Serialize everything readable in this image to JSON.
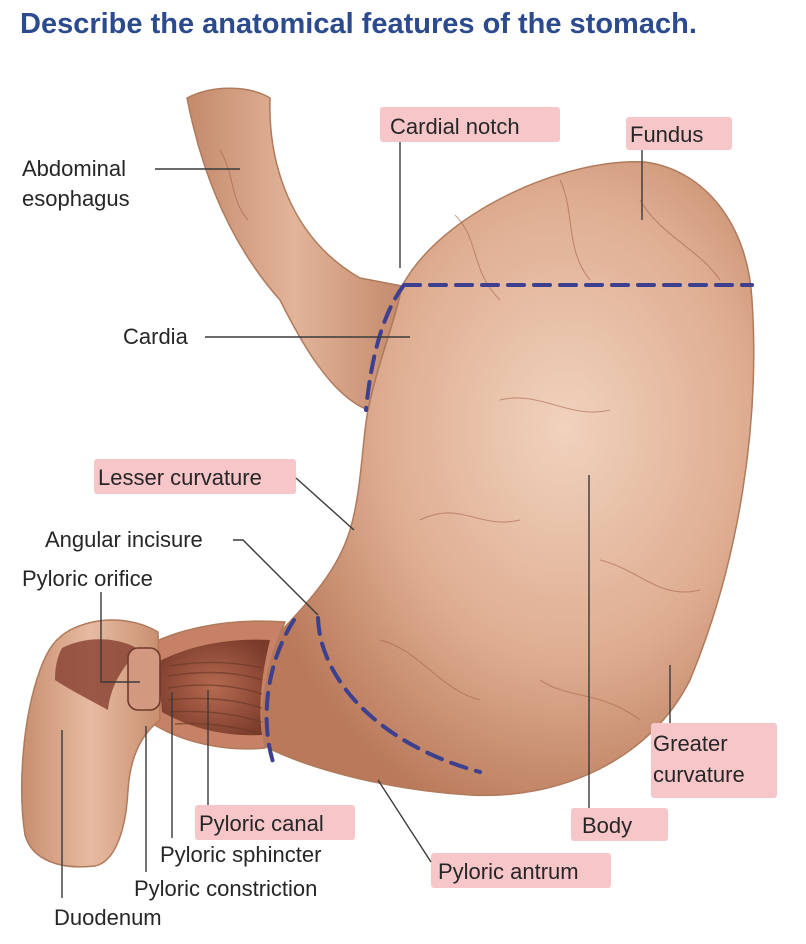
{
  "title": "Describe the anatomical features of the stomach.",
  "labels": {
    "abdominal_esophagus_line1": "Abdominal",
    "abdominal_esophagus_line2": "esophagus",
    "cardial_notch": "Cardial notch",
    "fundus": "Fundus",
    "cardia": "Cardia",
    "lesser_curvature": "Lesser curvature",
    "angular_incisure": "Angular incisure",
    "pyloric_orifice": "Pyloric orifice",
    "greater_curvature_line1": "Greater",
    "greater_curvature_line2": "curvature",
    "pyloric_canal": "Pyloric canal",
    "body": "Body",
    "pyloric_sphincter": "Pyloric sphincter",
    "pyloric_antrum": "Pyloric antrum",
    "pyloric_constriction": "Pyloric constriction",
    "duodenum": "Duodenum"
  },
  "colors": {
    "title": "#2c4a8e",
    "highlight": "#f7c6c9",
    "region_divider": "#3d3f8f",
    "tissue": "#d9a78a"
  }
}
